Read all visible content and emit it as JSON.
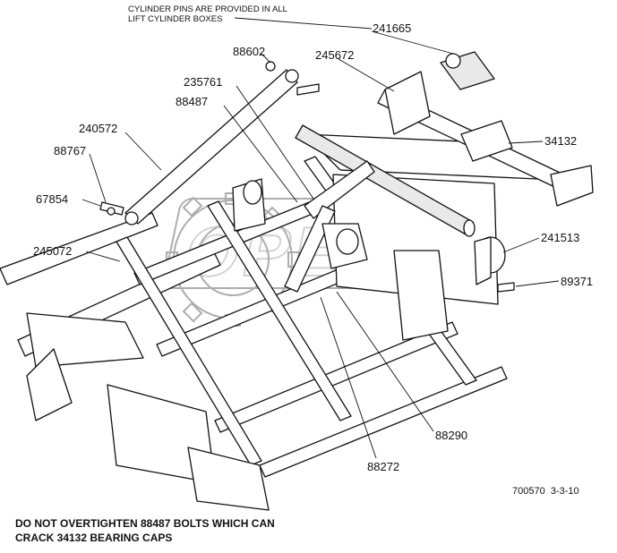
{
  "note": {
    "line1": "CYLINDER PINS ARE PROVIDED IN ALL",
    "line2": "LIFT CYLINDER BOXES"
  },
  "part_labels": [
    {
      "id": "241665",
      "text": "241665"
    },
    {
      "id": "88602",
      "text": "88602"
    },
    {
      "id": "245672",
      "text": "245672"
    },
    {
      "id": "235761",
      "text": "235761"
    },
    {
      "id": "88487",
      "text": "88487"
    },
    {
      "id": "240572",
      "text": "240572"
    },
    {
      "id": "34132",
      "text": "34132"
    },
    {
      "id": "88767",
      "text": "88767"
    },
    {
      "id": "67854",
      "text": "67854"
    },
    {
      "id": "245072",
      "text": "245072"
    },
    {
      "id": "241513",
      "text": "241513"
    },
    {
      "id": "89371",
      "text": "89371"
    },
    {
      "id": "88290",
      "text": "88290"
    },
    {
      "id": "88272",
      "text": "88272"
    }
  ],
  "drawing_ref": "700570  3-3-10",
  "caption": {
    "line1": "DO NOT OVERTIGHTEN 88487 BOLTS WHICH CAN",
    "line2": "CRACK 34132 BEARING CAPS"
  },
  "watermark": {
    "logo_text": "OPEX"
  }
}
